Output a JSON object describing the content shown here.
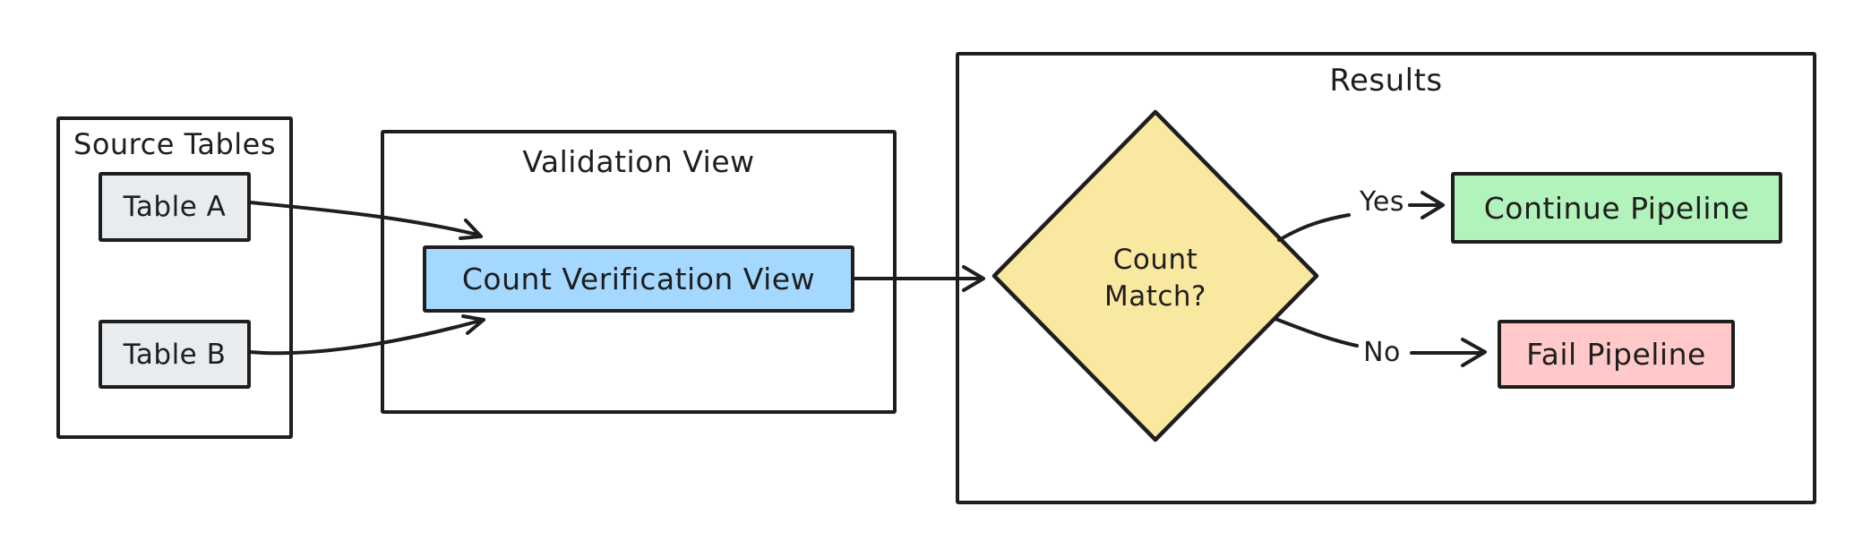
{
  "diagram": {
    "type": "flowchart",
    "background": "#ffffff"
  },
  "colors": {
    "stroke": "#1e1e1e",
    "node_gray": "#e9ecef",
    "node_blue": "#a5d8ff",
    "node_yellow": "#f9e8a0",
    "node_green": "#b2f2bb",
    "node_red": "#ffc9c9"
  },
  "source_group": {
    "title": "Source Tables",
    "table_a": "Table A",
    "table_b": "Table B"
  },
  "validation_group": {
    "title": "Validation View",
    "view_node": "Count Verification View"
  },
  "results_group": {
    "title": "Results",
    "decision_line1": "Count",
    "decision_line2": "Match?",
    "continue_node": "Continue Pipeline",
    "fail_node": "Fail Pipeline"
  },
  "edges": [
    {
      "from": "table-a",
      "to": "count-verification-view",
      "label": ""
    },
    {
      "from": "table-b",
      "to": "count-verification-view",
      "label": ""
    },
    {
      "from": "count-verification-view",
      "to": "count-match-decision",
      "label": ""
    },
    {
      "from": "count-match-decision",
      "to": "continue-pipeline",
      "label": "Yes"
    },
    {
      "from": "count-match-decision",
      "to": "fail-pipeline",
      "label": "No"
    }
  ]
}
